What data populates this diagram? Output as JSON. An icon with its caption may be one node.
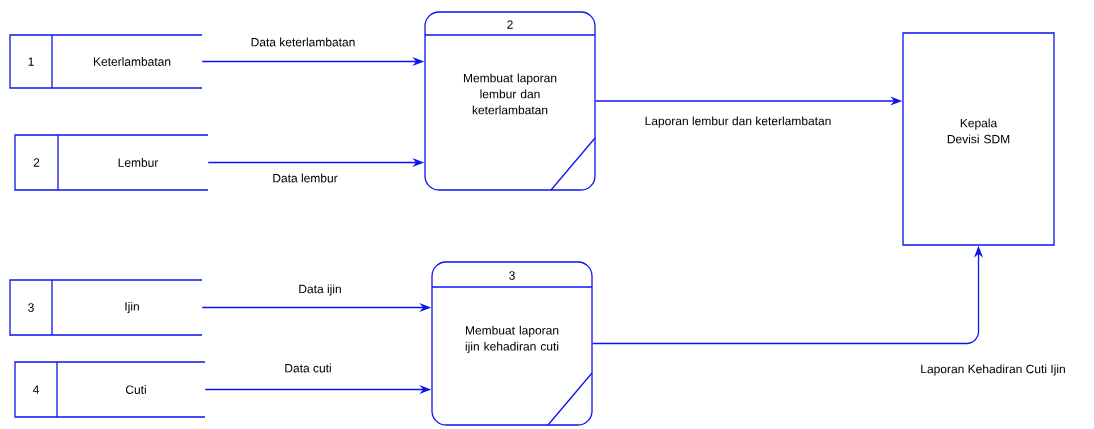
{
  "diagram": {
    "nodes": [
      {
        "text": [
          "1",
          "Keterlambatan"
        ]
      },
      {
        "text": [
          "2",
          "Lembur"
        ]
      },
      {
        "text": [
          "2",
          "Membuat laporan lembur dan keterlambatan"
        ]
      },
      {
        "text": [
          "Kepala Devisi SDM"
        ]
      },
      {
        "text": [
          "3",
          "Ijin"
        ]
      },
      {
        "text": [
          "4",
          "Cuti"
        ]
      },
      {
        "text": [
          "3",
          "Membuat laporan ijin kehadiran cuti"
        ]
      }
    ],
    "edges": [
      {
        "from": 0,
        "to": 2,
        "arrow": "to",
        "label": "Data keterlambatan"
      },
      {
        "from": 1,
        "to": 2,
        "arrow": "to",
        "label": "Data lembur"
      },
      {
        "from": 2,
        "to": 3,
        "arrow": "to",
        "label": "Laporan lembur dan keterlambatan"
      },
      {
        "from": 4,
        "to": 6,
        "arrow": "to",
        "label": "Data ijin"
      },
      {
        "from": 5,
        "to": 6,
        "arrow": "to",
        "label": "Data cuti"
      },
      {
        "from": 6,
        "to": 3,
        "arrow": "to",
        "label": "Laporan Kehadiran Cuti Ijin"
      }
    ]
  }
}
